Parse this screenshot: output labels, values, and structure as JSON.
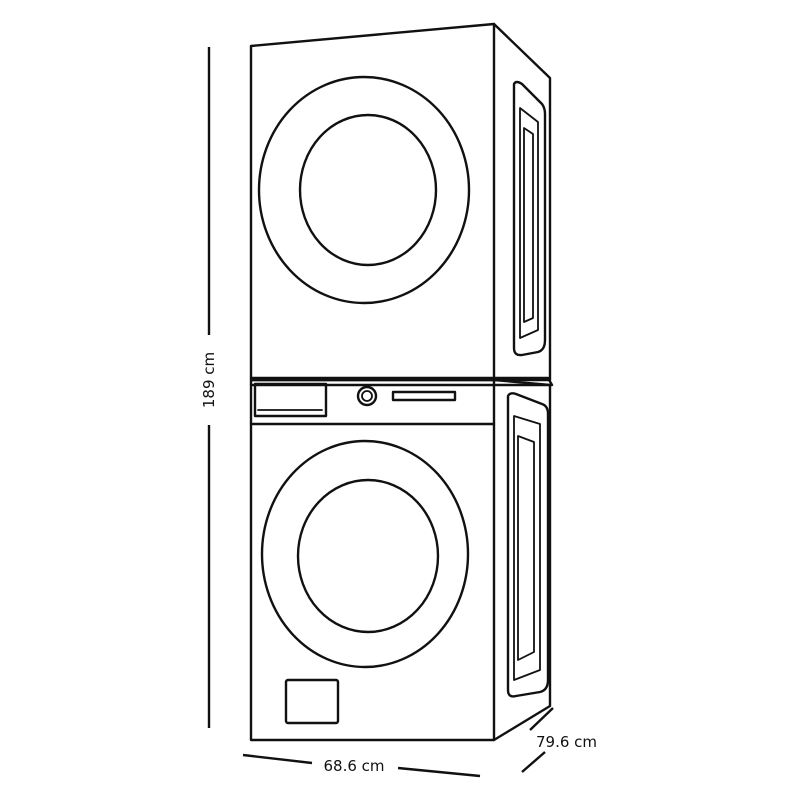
{
  "dimensions": {
    "height_label": "189 cm",
    "width_label": "68.6 cm",
    "depth_label": "79.6 cm"
  },
  "appliance": {
    "top_unit": "dryer",
    "bottom_unit": "washing-machine"
  }
}
